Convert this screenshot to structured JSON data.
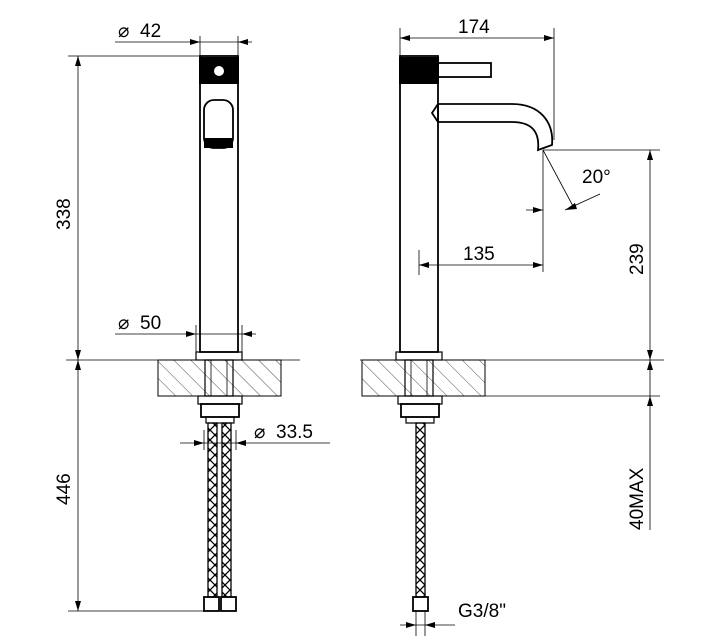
{
  "dimensions": {
    "front_top_diameter": "42",
    "front_base_diameter": "50",
    "front_hose_diameter": "33.5",
    "front_height_above_deck": "338",
    "front_height_below_deck": "446",
    "side_total_reach": "174",
    "side_spout_reach": "135",
    "side_spout_angle": "20°",
    "side_spout_height": "239",
    "side_max_deck_thickness": "40MAX",
    "side_connection_thread": "G3/8\""
  }
}
